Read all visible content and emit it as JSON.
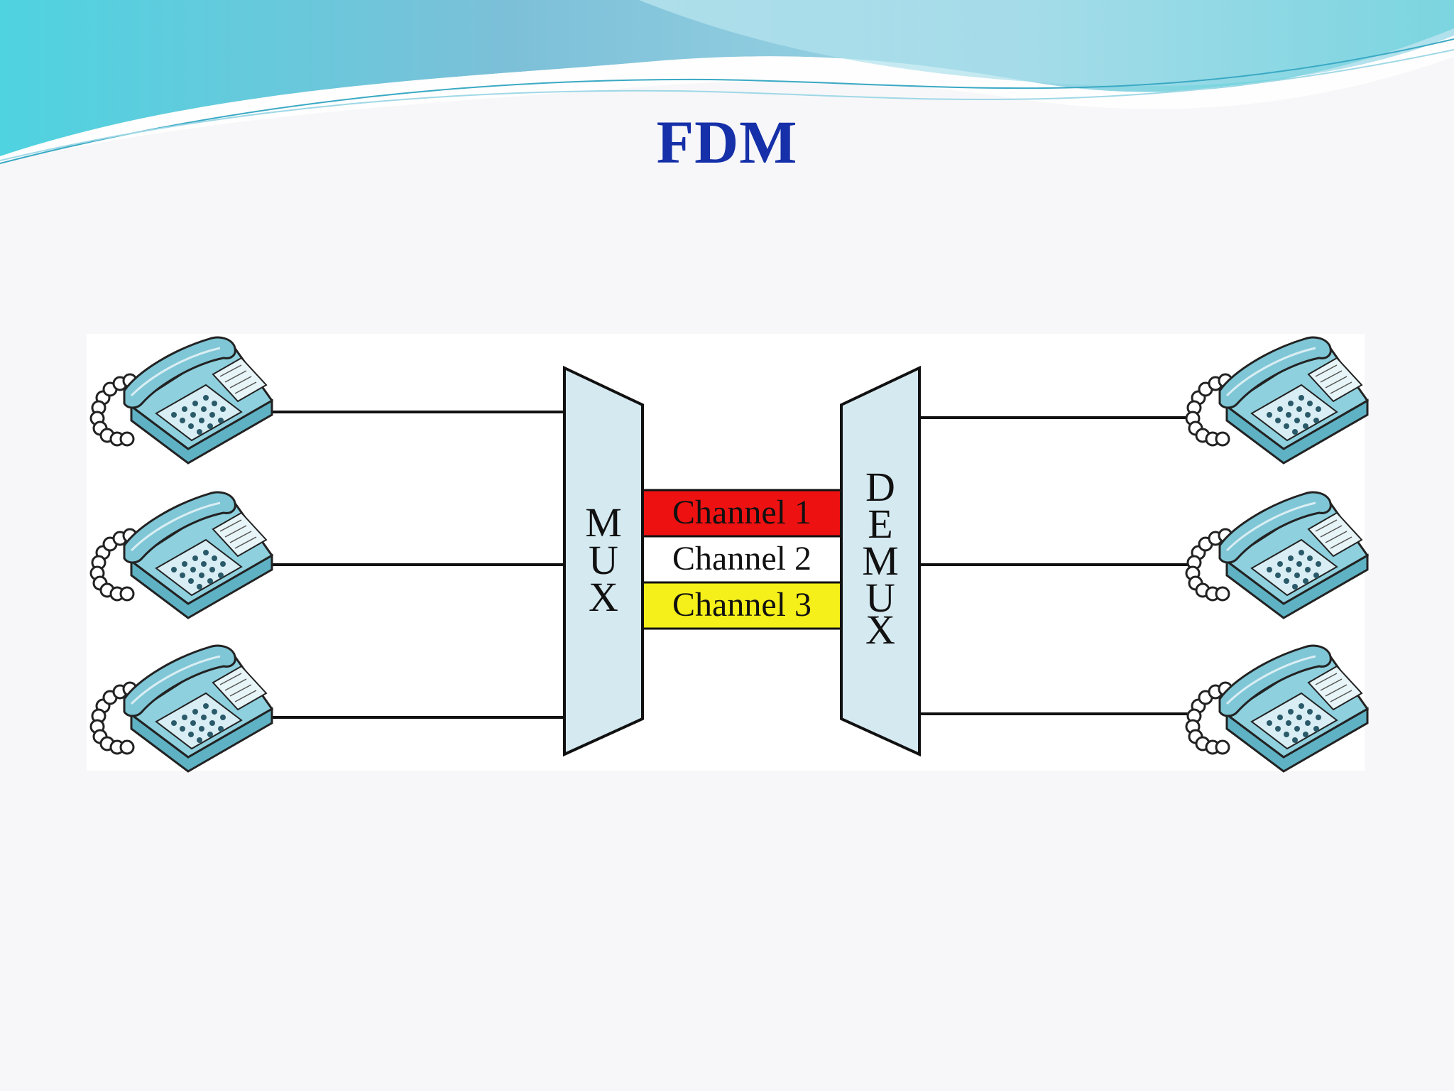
{
  "slide": {
    "title": "FDM"
  },
  "diagram": {
    "mux_label": [
      "M",
      "U",
      "X"
    ],
    "demux_label": [
      "D",
      "E",
      "M",
      "U",
      "X"
    ],
    "channels": [
      {
        "label": "Channel 1",
        "color": "#ee1111"
      },
      {
        "label": "Channel 2",
        "color": "#ffffff"
      },
      {
        "label": "Channel 3",
        "color": "#f5ef1a"
      }
    ],
    "phone_icon": "telephone-icon",
    "mux_color": "#d5e9f1",
    "phone_color": "#7fc6d6",
    "title_color": "#1530a8"
  }
}
